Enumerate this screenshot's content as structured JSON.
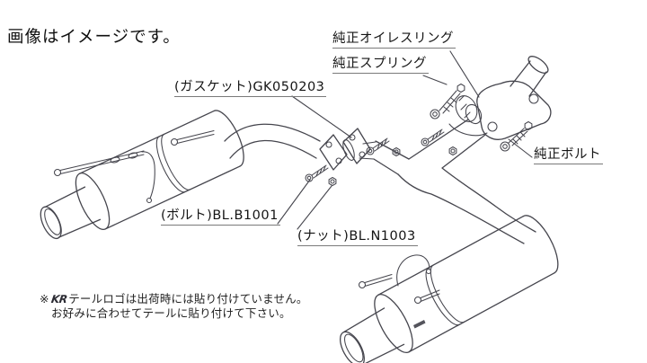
{
  "caption": "画像はイメージです。",
  "labels": {
    "oilless_ring": "純正オイレスリング",
    "spring": "純正スプリング",
    "gasket": "(ガスケット)GK050203",
    "oem_bolt": "純正ボルト",
    "bolt": "(ボルト)BL.B1001",
    "nut": "(ナット)BL.N1003"
  },
  "note": {
    "prefix": "※",
    "logo_text": "KR",
    "line1": "テールロゴは出荷時には貼り付けていません。",
    "line2": "お好みに合わせてテールに貼り付けて下さい。"
  },
  "colors": {
    "line": "#45454d",
    "text": "#121212",
    "background": "#ffffff"
  }
}
